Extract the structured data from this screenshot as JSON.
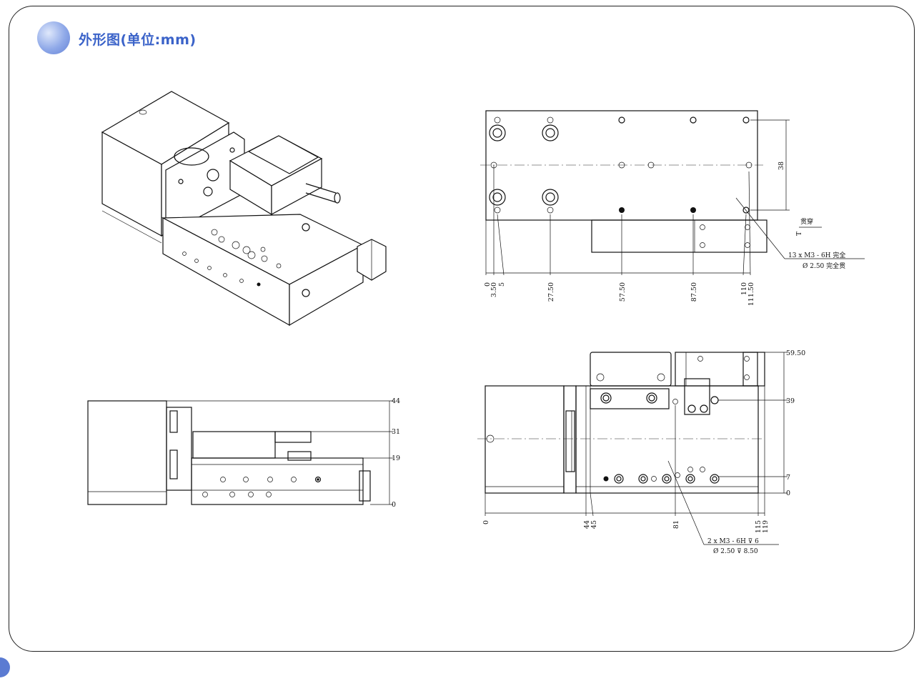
{
  "header": {
    "title": "外形图(单位:mm)"
  },
  "top_view": {
    "x_dims": [
      "0",
      "3.50",
      "5",
      "27.50",
      "57.50",
      "87.50",
      "110",
      "111.50"
    ],
    "y_dim": "38",
    "through_label": "贯穿",
    "note_line1": "13 x  M3 - 6H 完全",
    "note_line2": "Ø  2.50 完全贯",
    "small_mark": "T"
  },
  "side_view": {
    "heights": [
      "44",
      "31",
      "19",
      "0"
    ]
  },
  "front_view": {
    "heights": [
      "59.50",
      "39",
      "7",
      "0"
    ],
    "x_dims": [
      "0",
      "44",
      "45",
      "81",
      "115",
      "119"
    ],
    "note_line1": "2 x  M3 - 6H ⊽ 6",
    "note_line2": "Ø  2.50 ⊽ 8.50"
  }
}
